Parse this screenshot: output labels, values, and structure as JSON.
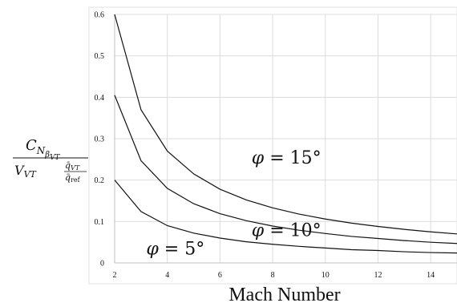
{
  "chart_data": {
    "type": "line",
    "title": "",
    "xlabel": "Mach Number",
    "ylabel": {
      "numerator_main": "C",
      "numerator_sub1": "N",
      "numerator_sub2": "β",
      "numerator_sub3": "VT",
      "denominator_main": "V",
      "denominator_sub": "VT",
      "fraction_num_main": "q̄",
      "fraction_num_sub": "VT",
      "fraction_den_main": "q̄",
      "fraction_den_sub": "ref"
    },
    "xlim": [
      2,
      15
    ],
    "ylim": [
      0,
      0.6
    ],
    "xticks": [
      2,
      4,
      6,
      8,
      10,
      12,
      14
    ],
    "yticks": [
      0,
      0.1,
      0.2,
      0.3,
      0.4,
      0.5,
      0.6
    ],
    "xtick_labels": [
      "2",
      "4",
      "6",
      "8",
      "10",
      "12",
      "14"
    ],
    "ytick_labels": [
      "0",
      "0.1",
      "0.2",
      "0.3",
      "0.4",
      "0.5",
      "0.6"
    ],
    "grid": true,
    "x": [
      2,
      3,
      4,
      5,
      6,
      7,
      8,
      9,
      10,
      11,
      12,
      13,
      14,
      15
    ],
    "series": [
      {
        "values": [
          0.6,
          0.37,
          0.27,
          0.215,
          0.178,
          0.152,
          0.133,
          0.118,
          0.106,
          0.096,
          0.088,
          0.081,
          0.075,
          0.07
        ]
      },
      {
        "values": [
          0.405,
          0.247,
          0.18,
          0.143,
          0.119,
          0.102,
          0.089,
          0.079,
          0.071,
          0.064,
          0.059,
          0.054,
          0.05,
          0.047
        ]
      },
      {
        "values": [
          0.2,
          0.124,
          0.09,
          0.072,
          0.06,
          0.051,
          0.045,
          0.04,
          0.036,
          0.032,
          0.03,
          0.027,
          0.025,
          0.024
        ]
      }
    ],
    "annotations": [
      {
        "phi": "φ",
        "eq": " = 15°",
        "x": 7.2,
        "y": 0.24
      },
      {
        "phi": "φ",
        "eq": " = 10°",
        "x": 7.2,
        "y": 0.065
      },
      {
        "phi": "φ",
        "eq": " = 5°",
        "x": 3.2,
        "y": 0.02
      }
    ]
  }
}
